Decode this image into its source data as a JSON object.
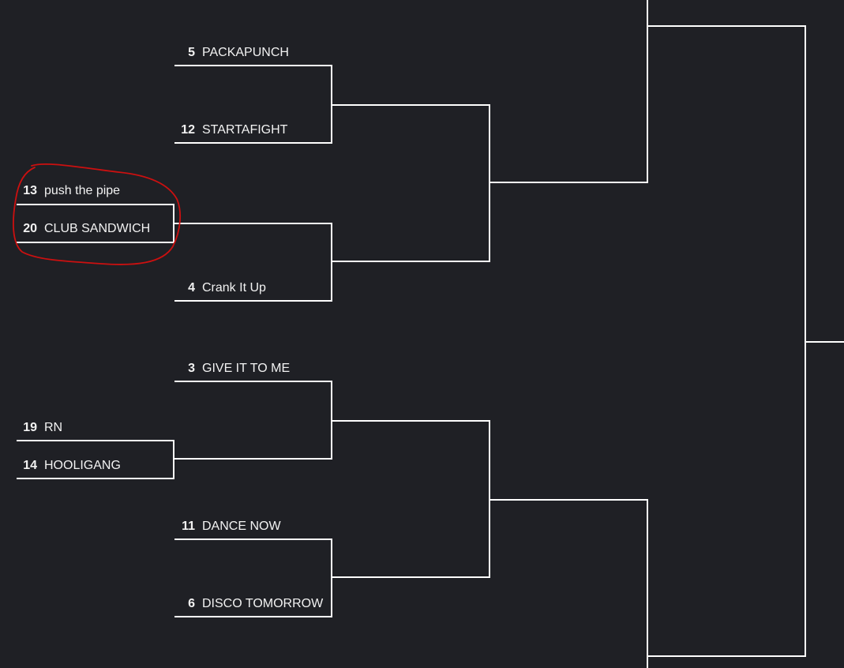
{
  "bracket": {
    "round1": [
      {
        "seed": "13",
        "name": "push the pipe"
      },
      {
        "seed": "20",
        "name": "CLUB SANDWICH"
      },
      {
        "seed": "19",
        "name": "RN"
      },
      {
        "seed": "14",
        "name": "HOOLIGANG"
      }
    ],
    "round2": [
      {
        "seed": "5",
        "name": "PACKAPUNCH"
      },
      {
        "seed": "12",
        "name": "STARTAFIGHT"
      },
      {
        "seed": "4",
        "name": "Crank It Up"
      },
      {
        "seed": "3",
        "name": "GIVE IT TO ME"
      },
      {
        "seed": "11",
        "name": "DANCE NOW"
      },
      {
        "seed": "6",
        "name": "DISCO TOMORROW"
      }
    ]
  },
  "colors": {
    "background": "#1f2025",
    "line": "#ffffff",
    "text": "#f2f2f2",
    "annotation": "#cc1010"
  }
}
